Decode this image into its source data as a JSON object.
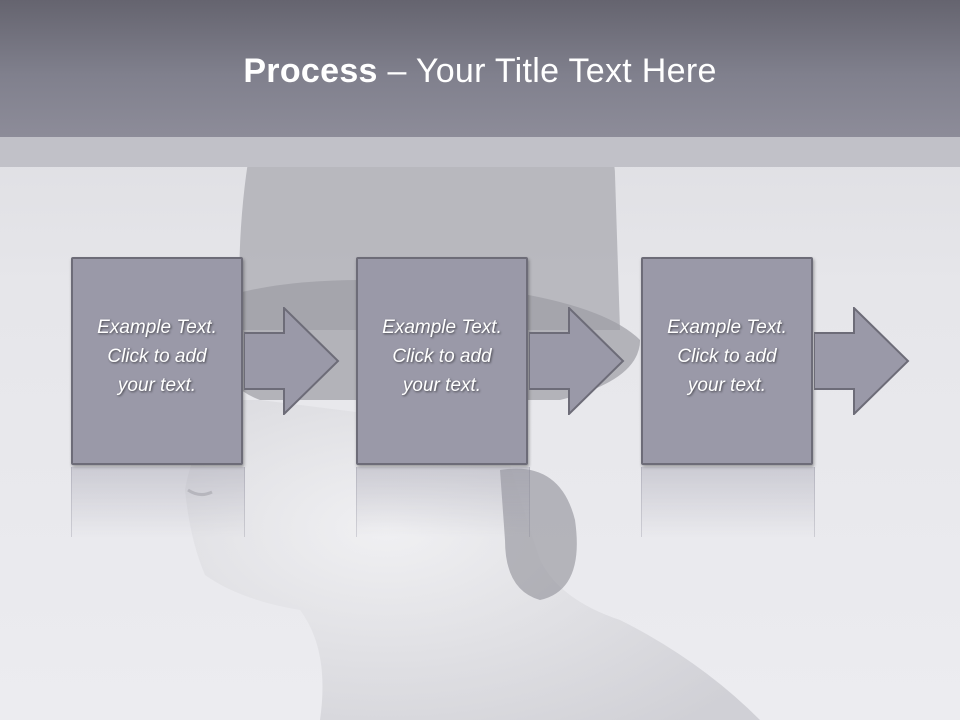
{
  "header": {
    "title_bold": "Process",
    "title_rest": " – Your Title Text Here"
  },
  "steps": [
    {
      "text": "Example Text.\nClick  to add\nyour text."
    },
    {
      "text": "Example Text.\nClick  to add\nyour text."
    },
    {
      "text": "Example Text.\nClick  to add\nyour text."
    }
  ],
  "colors": {
    "header": "#7a7986",
    "step_fill": "#9a99a8",
    "step_border": "#6d6c78"
  }
}
